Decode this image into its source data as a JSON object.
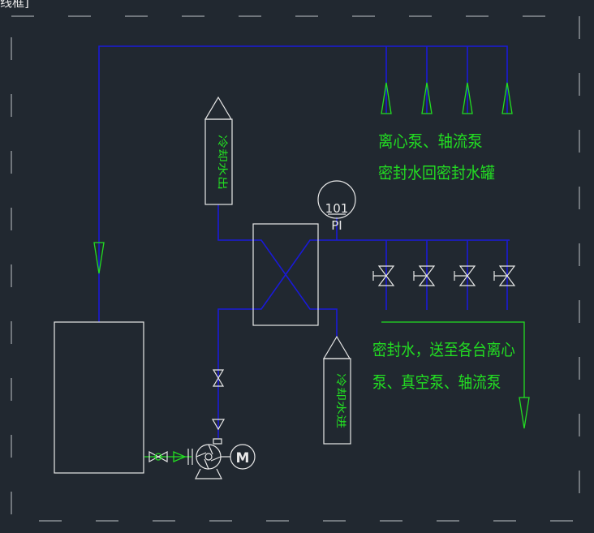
{
  "viewport_label": "线框]",
  "pressure_gauge": {
    "tag_number": "101",
    "tag_type": "PI"
  },
  "cooling_water_in": "冷却水进",
  "cooling_water_out": "冷却水出",
  "return_label": {
    "line1": "离心泵、轴流泵",
    "line2": "密封水回密封水罐"
  },
  "supply_label": {
    "line1": "密封水，送至各台离心",
    "line2": "泵、真空泵、轴流泵"
  },
  "motor_symbol": "M",
  "colors": {
    "background": "#212830",
    "pipe": "#1a1ad8",
    "equipment": "#e8e8e8",
    "annotation": "#22dd22",
    "viewport_frame": "#8a8f96"
  }
}
